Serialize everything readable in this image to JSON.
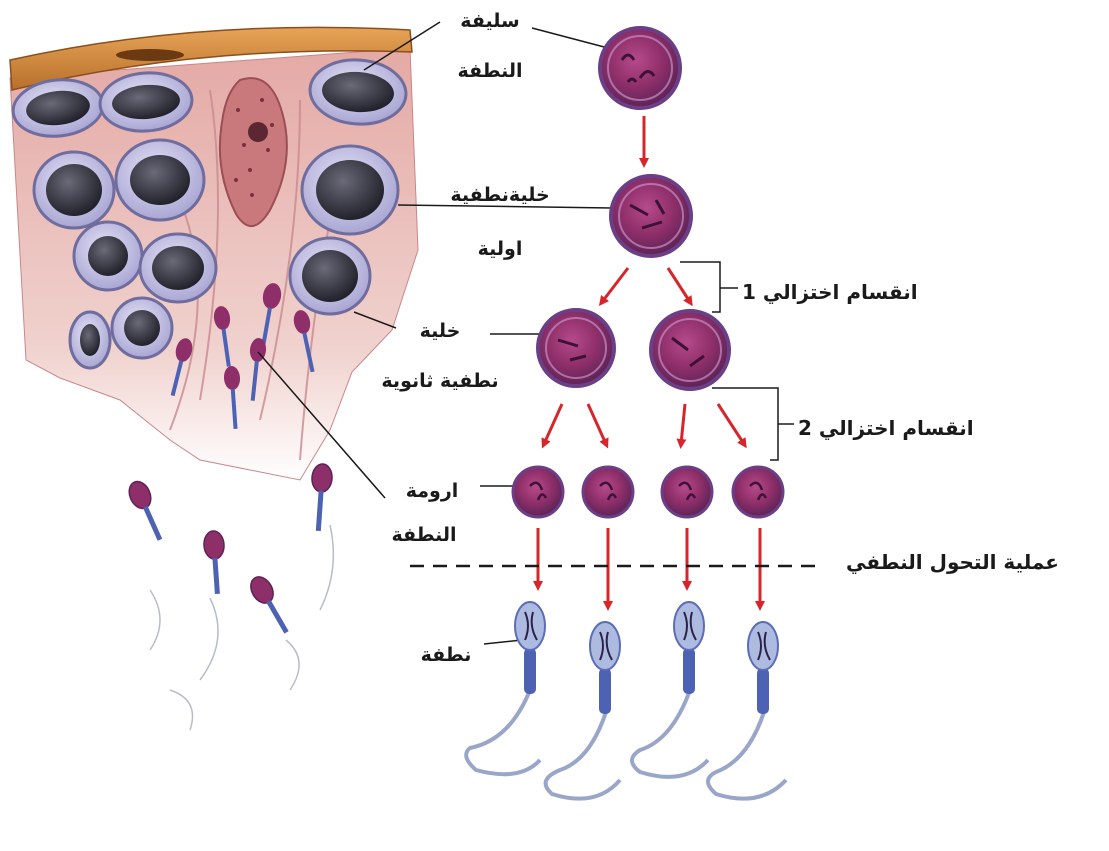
{
  "labels": {
    "spermatogonium": [
      "سليفة",
      "النطفة"
    ],
    "primary_spermatocyte": [
      "خليةنطفية",
      "اولية"
    ],
    "secondary_spermatocyte": [
      "خلية",
      "نطفية ثانوية"
    ],
    "spermatid": [
      "ارومة",
      "النطفة"
    ],
    "sperm": "نطفة",
    "meiosis_1": "انقسام اختزالي 1",
    "meiosis_2": "انقسام اختزالي 2",
    "spermiogenesis": "عملية التحول النطفي"
  },
  "colors": {
    "arrow": "#d6262a",
    "cell_membrane": "#6b3e86",
    "cytoplasm": "#c48fc4",
    "nucleus": "#8f2f6a",
    "chromatin": "#3e1238",
    "sperm_head": "#aebbe0",
    "sperm_midpiece": "#4e62b3",
    "sperm_tail": "#9aa6c8",
    "tissue": "#e6b8b3",
    "tissue_dark": "#b87b80",
    "basement_membrane": "#d08c3c",
    "sertoli": "#c9797c",
    "cell_halo": "#c9c8e6",
    "cell_nucleus": "#33333f",
    "line": "#1a1a1a"
  }
}
